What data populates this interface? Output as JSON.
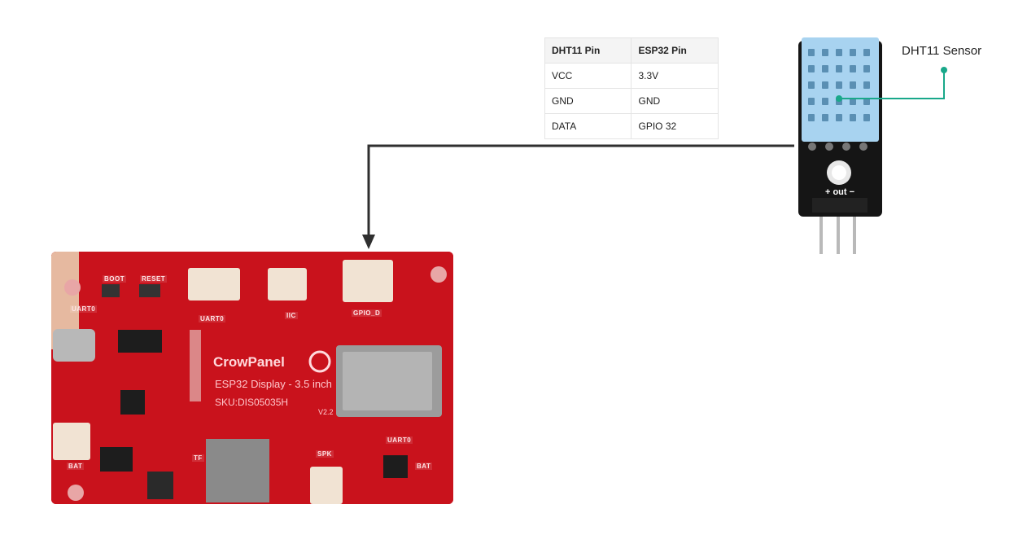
{
  "pin_table": {
    "headers": [
      "DHT11 Pin",
      "ESP32 Pin"
    ],
    "rows": [
      [
        "VCC",
        "3.3V"
      ],
      [
        "GND",
        "GND"
      ],
      [
        "DATA",
        "GPIO 32"
      ]
    ]
  },
  "sensor": {
    "label": "DHT11 Sensor",
    "pin_label": "+ out −"
  },
  "board": {
    "brand": "CrowPanel",
    "model": "ESP32 Display - 3.5 inch",
    "sku": "SKU:DIS05035H",
    "version": "V2.2",
    "silkscreen": [
      "BOOT",
      "RESET",
      "UART0",
      "UART0",
      "IIC",
      "GPIO_D",
      "UART0",
      "BAT",
      "TF",
      "SPK",
      "BAT"
    ]
  },
  "colors": {
    "wire": "#2f2f2f",
    "callout": "#19a88a",
    "sensor_body": "#a8d3f0",
    "board_red": "#d8141f"
  }
}
